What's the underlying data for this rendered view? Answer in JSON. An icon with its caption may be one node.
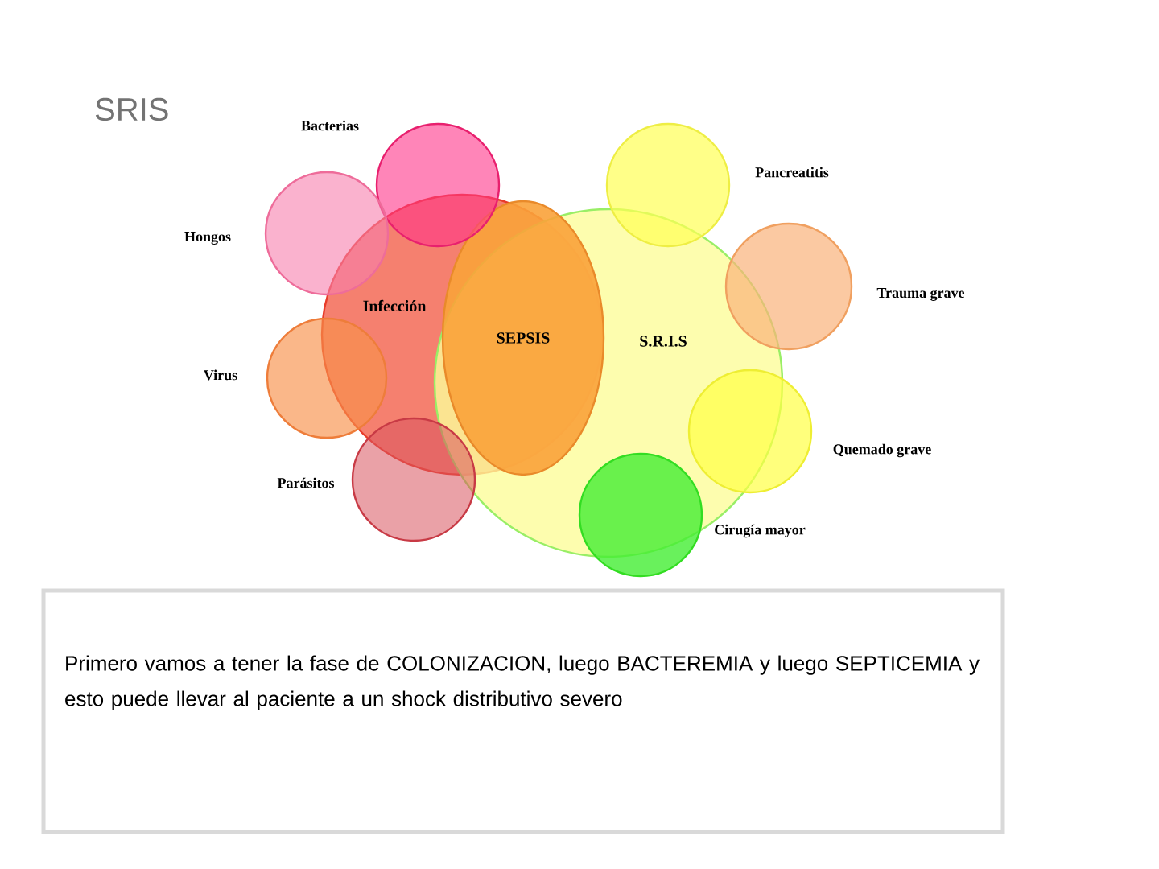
{
  "diagram": {
    "title": "SRIS",
    "nodes": [
      {
        "text": [
          "Infección"
        ]
      },
      {
        "text": [
          "S.R.I.S"
        ]
      },
      {
        "text": [
          "SEPSIS"
        ]
      },
      {
        "text": [
          "Bacterias"
        ]
      },
      {
        "text": [
          "Hongos"
        ]
      },
      {
        "text": [
          "Virus"
        ]
      },
      {
        "text": [
          "Parásitos"
        ]
      },
      {
        "text": [
          "Pancreatitis"
        ]
      },
      {
        "text": [
          "Trauma grave"
        ]
      },
      {
        "text": [
          "Quemado grave"
        ]
      },
      {
        "text": [
          "Cirugía mayor"
        ]
      },
      {
        "text": [
          "Primero vamos a tener la fase de COLONIZACION, luego BACTEREMIA y luego SEPTICEMIA y esto puede llevar al paciente a un shock distributivo severo"
        ]
      }
    ]
  }
}
